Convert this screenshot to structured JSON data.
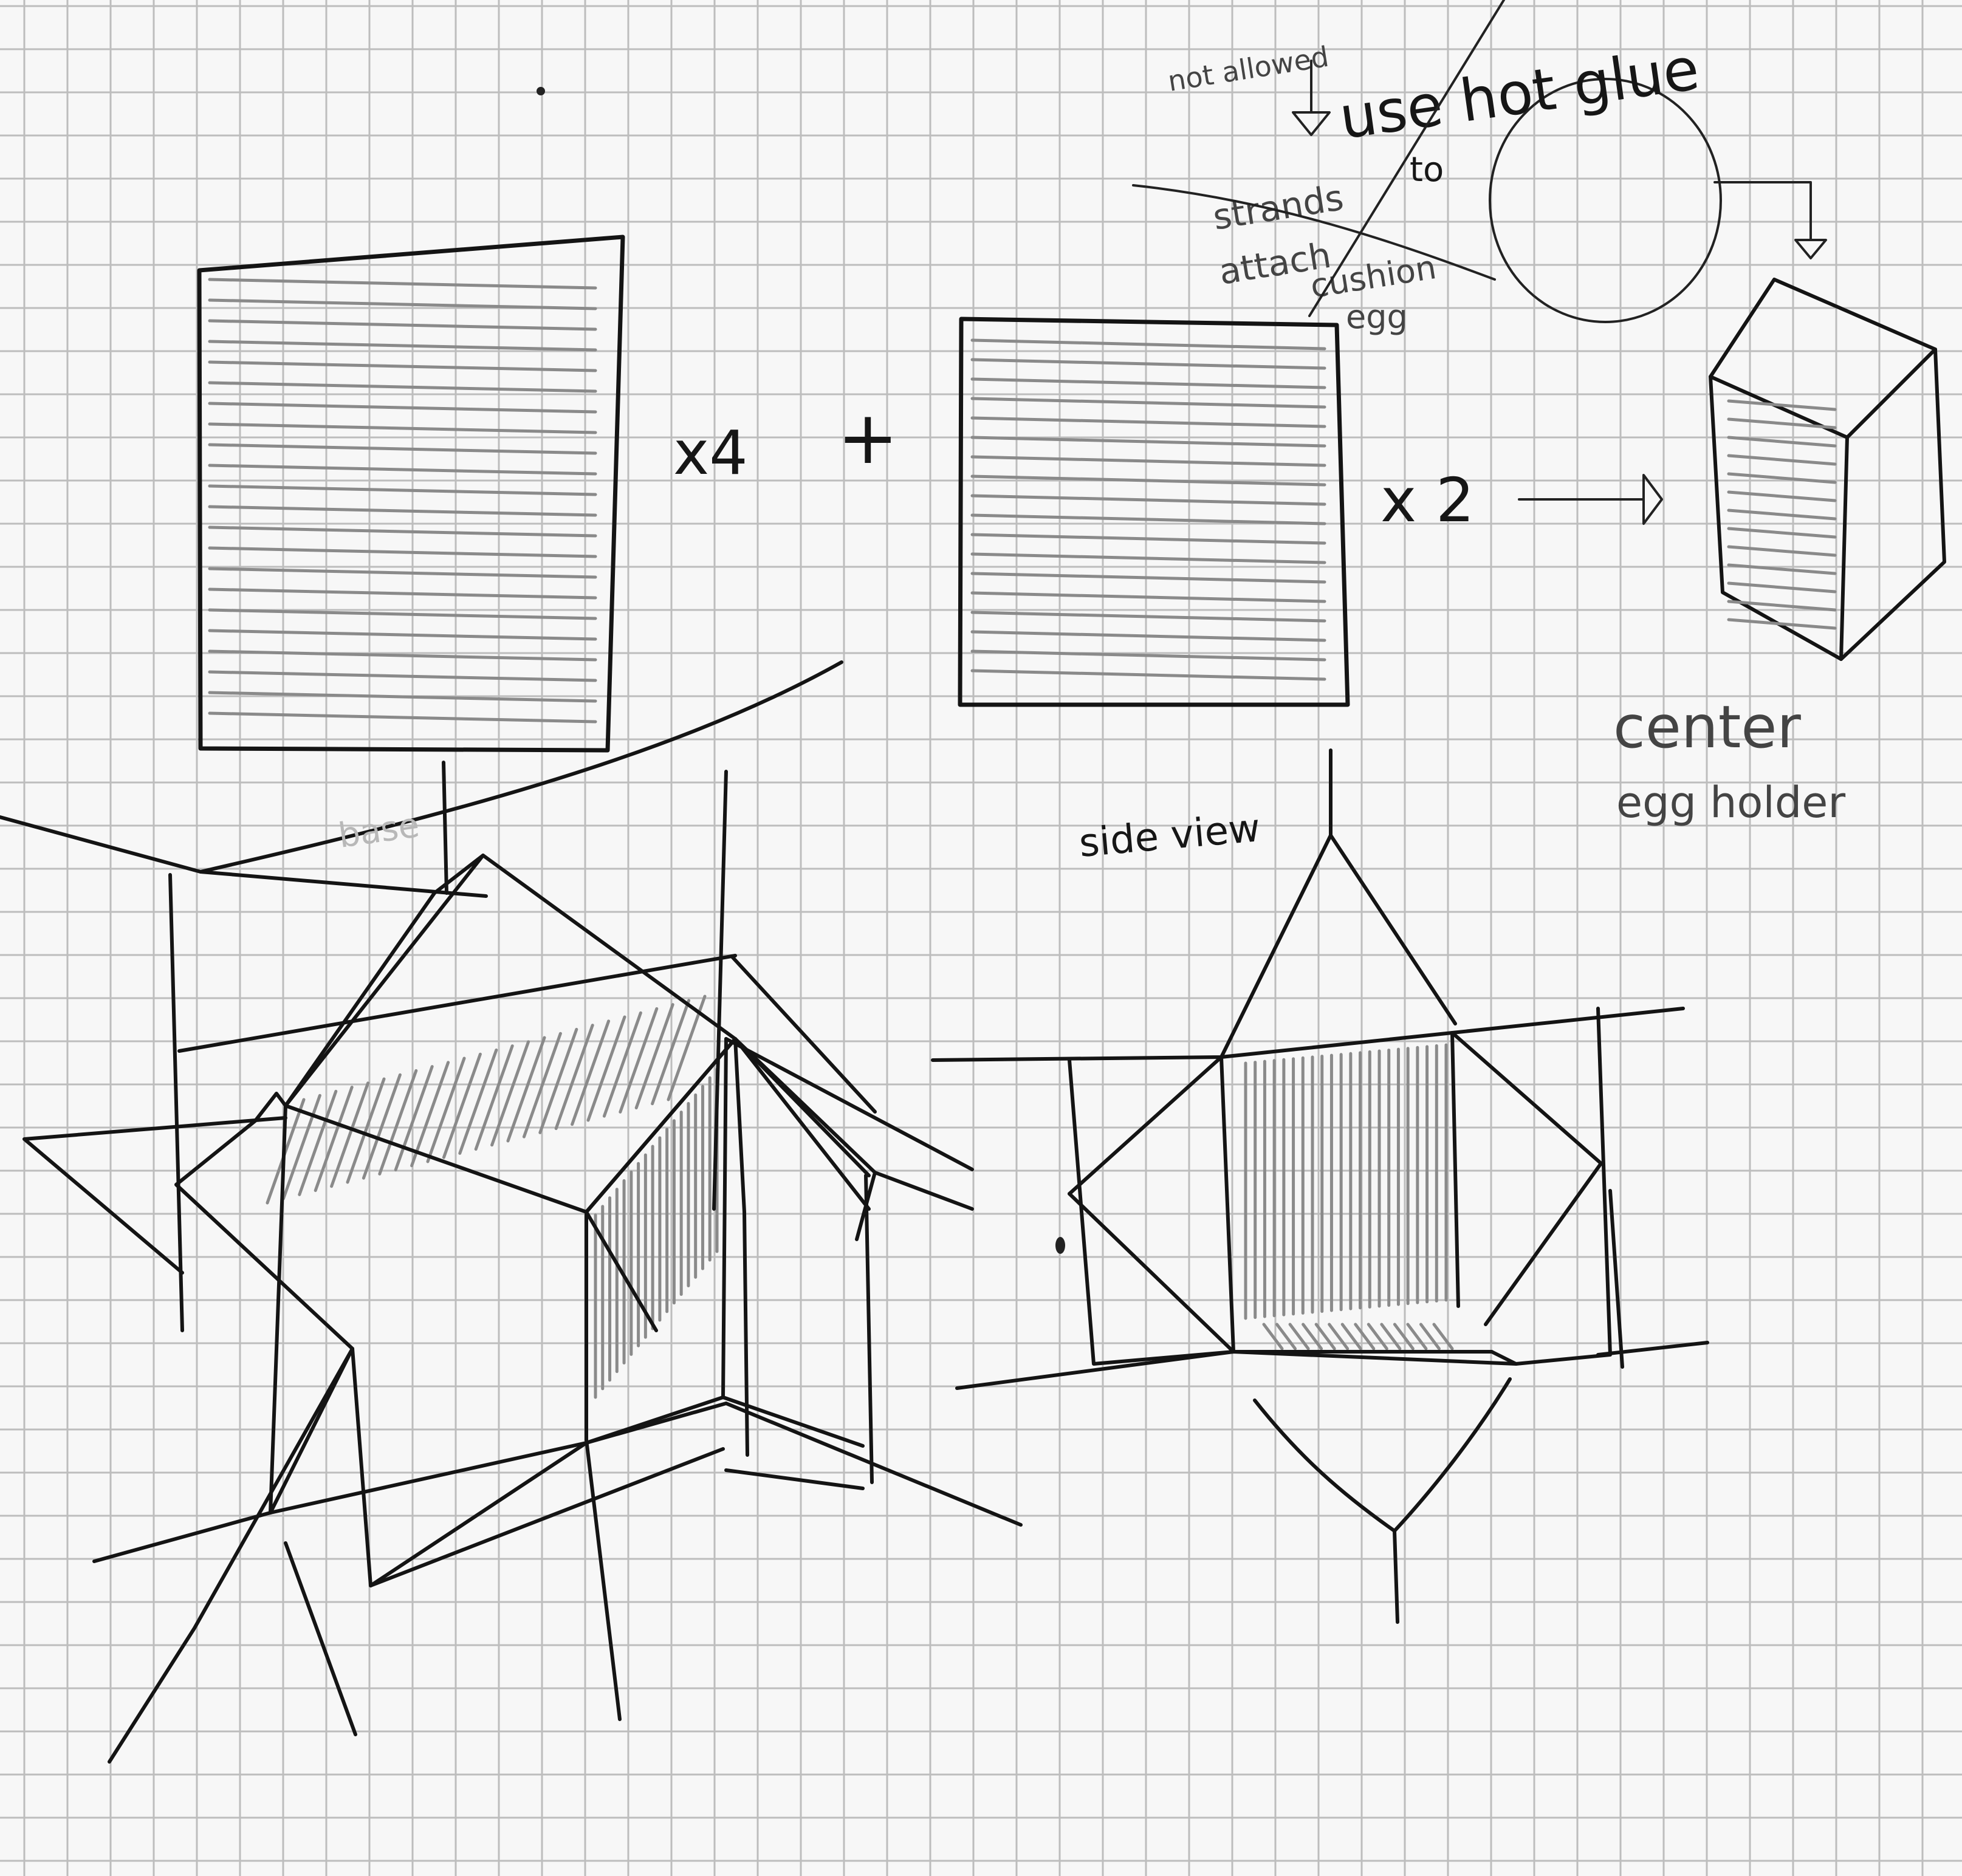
{
  "palette": {
    "paper": "#f7f7f7",
    "grid": "#bdbdbd",
    "ink": "#141414",
    "pencil_hatch": "#8a8a8a"
  },
  "annotations": {
    "times_four": "x4",
    "plus": "+",
    "times_two": "x 2",
    "not_allowed": "not allowed",
    "use_hot_glue": "use hot glue",
    "to": "to",
    "strands": "strands",
    "attach": "attach",
    "cushion": "cushion",
    "egg": "egg",
    "center": "center",
    "egg_holder": "egg holder",
    "side_view": "side view",
    "base": "base"
  },
  "icons": {
    "egg_outline": "egg-icon",
    "arrow_down": "arrow-down-icon",
    "arrow_right": "arrow-right-icon"
  }
}
